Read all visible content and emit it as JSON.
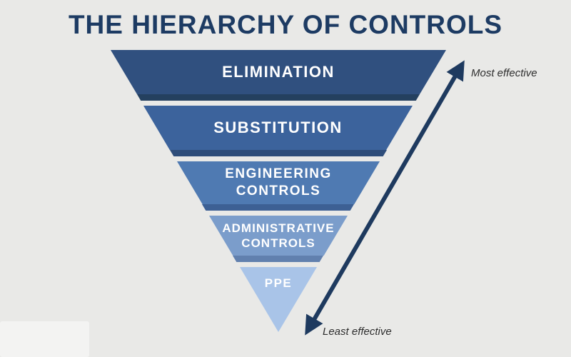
{
  "title": "THE HIERARCHY OF CONTROLS",
  "title_color": "#1d3b63",
  "background_color": "#e9e9e7",
  "diagram_type": "inverted-pyramid",
  "levels": [
    {
      "rank": 1,
      "label": "ELIMINATION",
      "color": "#30507f",
      "shadow_color": "#24405f"
    },
    {
      "rank": 2,
      "label": "SUBSTITUTION",
      "color": "#3c639c",
      "shadow_color": "#2e4d7a"
    },
    {
      "rank": 3,
      "label": "ENGINEERING\nCONTROLS",
      "color": "#4f7ab2",
      "shadow_color": "#3d6094"
    },
    {
      "rank": 4,
      "label": "ADMINISTRATIVE\nCONTROLS",
      "color": "#7b9dcb",
      "shadow_color": "#6180ae"
    },
    {
      "rank": 5,
      "label": "PPE",
      "color": "#a9c4e8",
      "shadow_color": "#8fb0d9"
    }
  ],
  "arrow": {
    "color": "#1e3a5f",
    "top_label": "Most effective",
    "bottom_label": "Least effective"
  }
}
